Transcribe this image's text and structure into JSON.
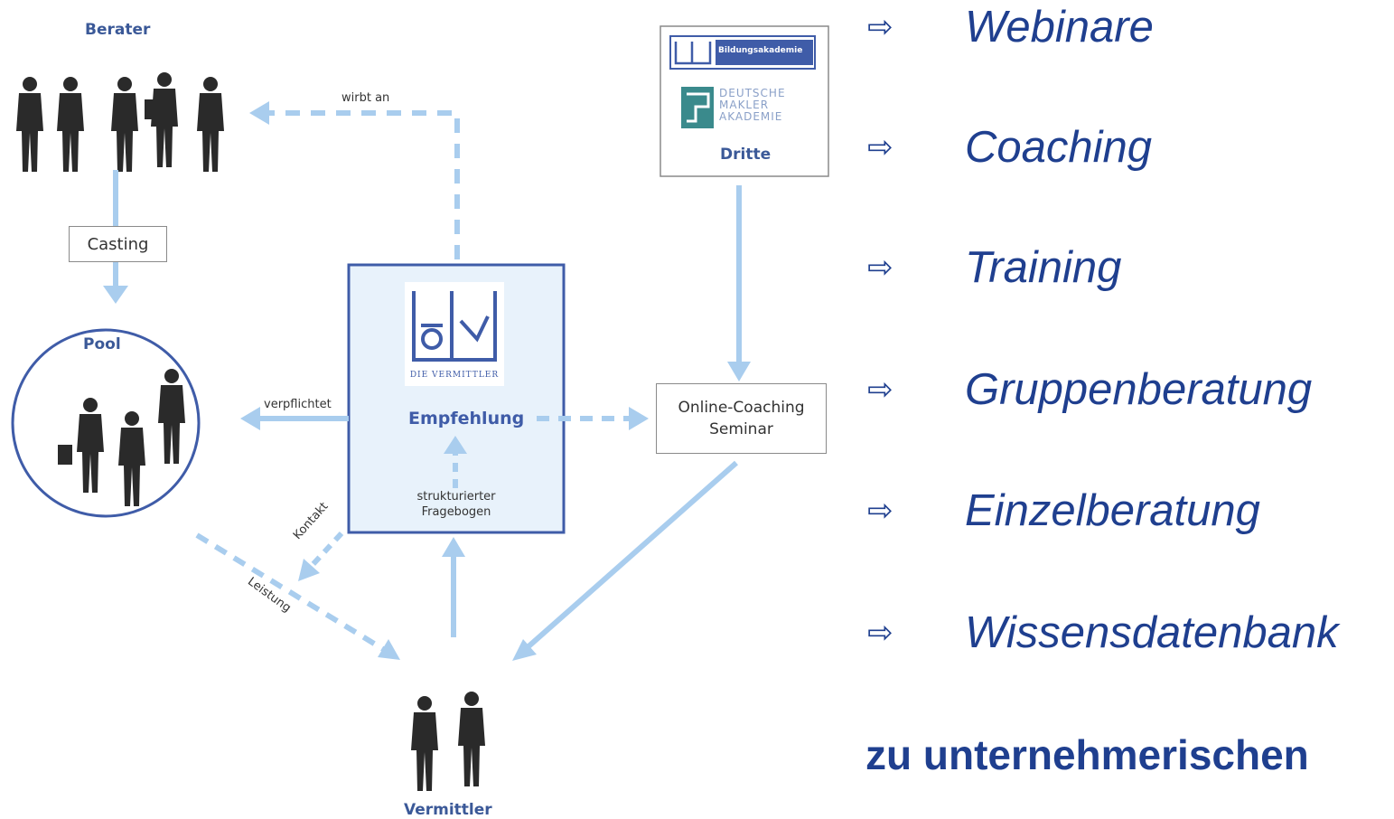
{
  "diagram": {
    "berater_label": "Berater",
    "casting_label": "Casting",
    "pool_label": "Pool",
    "wirbt_an": "wirbt an",
    "verpflichtet": "verpflichtet",
    "empfehlung": "Empfehlung",
    "logo_caption": "Die Vermittler",
    "fragebogen_line1": "strukturierter",
    "fragebogen_line2": "Fragebogen",
    "kontakt": "Kontakt",
    "leistung": "Leistung",
    "vermittler_label": "Vermittler",
    "online_line1": "Online-Coaching",
    "online_line2": "Seminar",
    "dritte_label": "Dritte",
    "bildungsakademie": "Bildungsakademie",
    "dma_line1": "DEUTSCHE",
    "dma_line2": "MAKLER",
    "dma_line3": "AKADEMIE"
  },
  "list": {
    "arrow_icon": "right-arrow-outline",
    "items": [
      "Webinare",
      "Coaching",
      "Training",
      "Gruppenberatung",
      "Einzelberatung",
      "Wissensdatenbank"
    ]
  },
  "footer_text": "zu unternehmerischen",
  "colors": {
    "accent_blue": "#1f3f8f",
    "arrow_light_blue": "#a9cdee",
    "box_fill": "#e8f2fb"
  }
}
